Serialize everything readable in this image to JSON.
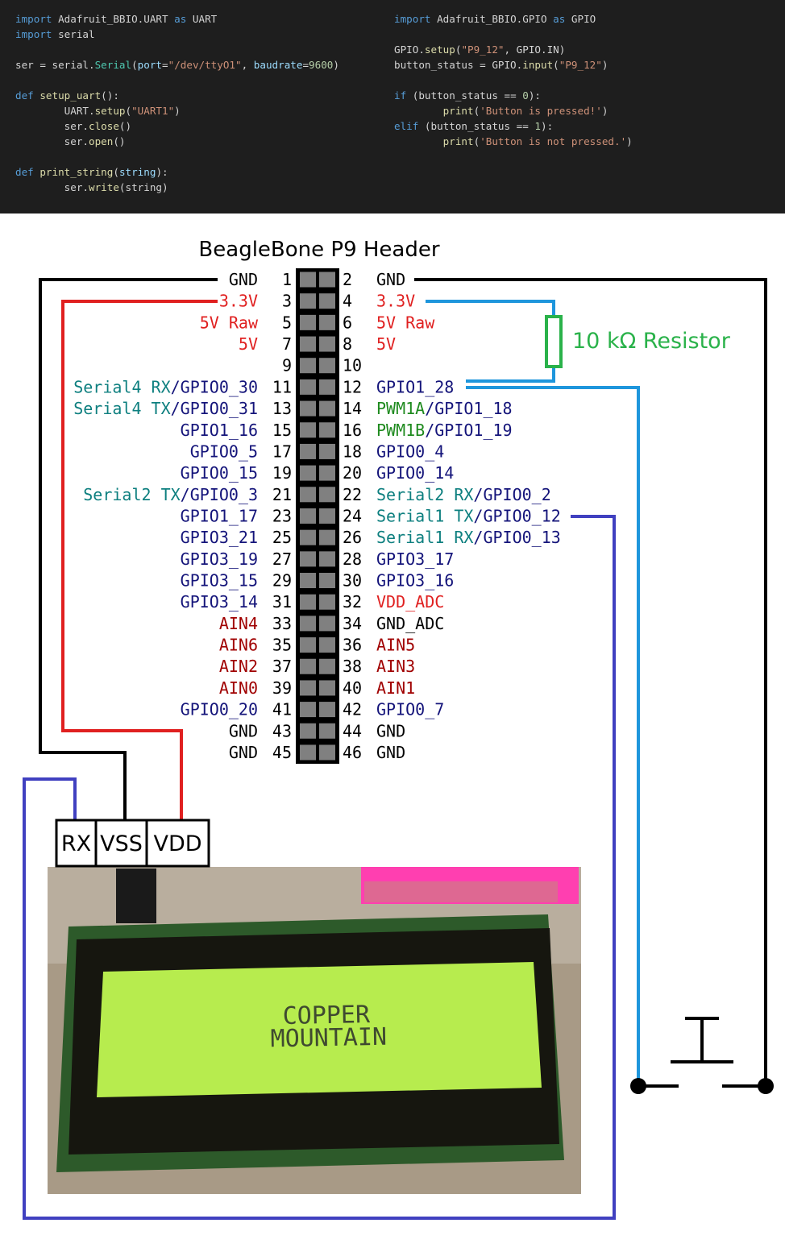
{
  "code": {
    "uart": [
      [
        [
          "import",
          "kw"
        ],
        [
          " Adafruit_BBIO.UART ",
          ""
        ],
        [
          "as",
          "kw"
        ],
        [
          " UART",
          ""
        ]
      ],
      [
        [
          "import",
          "kw"
        ],
        [
          " serial",
          ""
        ]
      ],
      [],
      [
        [
          "ser = serial.",
          ""
        ],
        [
          "Serial",
          "cls"
        ],
        [
          "(",
          ""
        ],
        [
          "port",
          "par"
        ],
        [
          "=",
          ""
        ],
        [
          "\"/dev/ttyO1\"",
          "str"
        ],
        [
          ", ",
          ""
        ],
        [
          "baudrate",
          "par"
        ],
        [
          "=",
          ""
        ],
        [
          "9600",
          "num"
        ],
        [
          ")",
          ""
        ]
      ],
      [],
      [
        [
          "def",
          "kw"
        ],
        [
          " ",
          ""
        ],
        [
          "setup_uart",
          "fn"
        ],
        [
          "():",
          ""
        ]
      ],
      [
        [
          "        UART.",
          ""
        ],
        [
          "setup",
          "fn"
        ],
        [
          "(",
          ""
        ],
        [
          "\"UART1\"",
          "str"
        ],
        [
          ")",
          ""
        ]
      ],
      [
        [
          "        ser.",
          ""
        ],
        [
          "close",
          "fn"
        ],
        [
          "()",
          ""
        ]
      ],
      [
        [
          "        ser.",
          ""
        ],
        [
          "open",
          "fn"
        ],
        [
          "()",
          ""
        ]
      ],
      [],
      [
        [
          "def",
          "kw"
        ],
        [
          " ",
          ""
        ],
        [
          "print_string",
          "fn"
        ],
        [
          "(",
          ""
        ],
        [
          "string",
          "par"
        ],
        [
          "):",
          ""
        ]
      ],
      [
        [
          "        ser.",
          ""
        ],
        [
          "write",
          "fn"
        ],
        [
          "(string)",
          ""
        ]
      ]
    ],
    "gpio": [
      [
        [
          "import",
          "kw"
        ],
        [
          " Adafruit_BBIO.GPIO ",
          ""
        ],
        [
          "as",
          "kw"
        ],
        [
          " GPIO",
          ""
        ]
      ],
      [],
      [
        [
          "GPIO.",
          ""
        ],
        [
          "setup",
          "fn"
        ],
        [
          "(",
          ""
        ],
        [
          "\"P9_12\"",
          "str"
        ],
        [
          ", GPIO.IN)",
          ""
        ]
      ],
      [
        [
          "button_status = GPIO.",
          ""
        ],
        [
          "input",
          "fn"
        ],
        [
          "(",
          ""
        ],
        [
          "\"P9_12\"",
          "str"
        ],
        [
          ")",
          ""
        ]
      ],
      [],
      [
        [
          "if",
          "kw"
        ],
        [
          " (button_status == ",
          ""
        ],
        [
          "0",
          "num"
        ],
        [
          "):",
          ""
        ]
      ],
      [
        [
          "        ",
          ""
        ],
        [
          "print",
          "fn"
        ],
        [
          "(",
          ""
        ],
        [
          "'Button is pressed!'",
          "str"
        ],
        [
          ")",
          ""
        ]
      ],
      [
        [
          "elif",
          "kw"
        ],
        [
          " (button_status == ",
          ""
        ],
        [
          "1",
          "num"
        ],
        [
          "):",
          ""
        ]
      ],
      [
        [
          "        ",
          ""
        ],
        [
          "print",
          "fn"
        ],
        [
          "(",
          ""
        ],
        [
          "'Button is not pressed.'",
          "str"
        ],
        [
          ")",
          ""
        ]
      ]
    ]
  },
  "header_title": "BeagleBone P9 Header",
  "colors": {
    "black": "#000000",
    "red": "#e02020",
    "dark_red": "#a00000",
    "navy": "#14147a",
    "teal": "#0d7f7f",
    "green": "#1e8a1e",
    "wire_blue": "#1e96dc",
    "wire_navy": "#4040c0",
    "resistor": "#2ab24a",
    "pin_fill": "#808080"
  },
  "pins": [
    {
      "l": "1",
      "r": "2",
      "left": [
        [
          "GND",
          "black"
        ]
      ],
      "right": [
        [
          "GND",
          "black"
        ]
      ]
    },
    {
      "l": "3",
      "r": "4",
      "left": [
        [
          "3.3V",
          "red"
        ]
      ],
      "right": [
        [
          "3.3V",
          "red"
        ]
      ]
    },
    {
      "l": "5",
      "r": "6",
      "left": [
        [
          "5V Raw",
          "red"
        ]
      ],
      "right": [
        [
          "5V Raw",
          "red"
        ]
      ]
    },
    {
      "l": "7",
      "r": "8",
      "left": [
        [
          "5V",
          "red"
        ]
      ],
      "right": [
        [
          "5V",
          "red"
        ]
      ]
    },
    {
      "l": "9",
      "r": "10",
      "left": [],
      "right": []
    },
    {
      "l": "11",
      "r": "12",
      "left": [
        [
          "Serial4 RX",
          "teal"
        ],
        [
          "/",
          "navy"
        ],
        [
          "GPIO0_30",
          "navy"
        ]
      ],
      "right": [
        [
          "GPIO1_28",
          "navy"
        ]
      ]
    },
    {
      "l": "13",
      "r": "14",
      "left": [
        [
          "Serial4 TX",
          "teal"
        ],
        [
          "/",
          "navy"
        ],
        [
          "GPIO0_31",
          "navy"
        ]
      ],
      "right": [
        [
          "PWM1A",
          "green"
        ],
        [
          "/",
          "navy"
        ],
        [
          "GPIO1_18",
          "navy"
        ]
      ]
    },
    {
      "l": "15",
      "r": "16",
      "left": [
        [
          "GPIO1_16",
          "navy"
        ]
      ],
      "right": [
        [
          "PWM1B",
          "green"
        ],
        [
          "/",
          "navy"
        ],
        [
          "GPIO1_19",
          "navy"
        ]
      ]
    },
    {
      "l": "17",
      "r": "18",
      "left": [
        [
          "GPIO0_5",
          "navy"
        ]
      ],
      "right": [
        [
          "GPIO0_4",
          "navy"
        ]
      ]
    },
    {
      "l": "19",
      "r": "20",
      "left": [
        [
          "GPIO0_15",
          "navy"
        ]
      ],
      "right": [
        [
          "GPIO0_14",
          "navy"
        ]
      ]
    },
    {
      "l": "21",
      "r": "22",
      "left": [
        [
          "Serial2 TX",
          "teal"
        ],
        [
          "/",
          "navy"
        ],
        [
          "GPIO0_3",
          "navy"
        ]
      ],
      "right": [
        [
          "Serial2 RX",
          "teal"
        ],
        [
          "/",
          "navy"
        ],
        [
          "GPIO0_2",
          "navy"
        ]
      ]
    },
    {
      "l": "23",
      "r": "24",
      "left": [
        [
          "GPIO1_17",
          "navy"
        ]
      ],
      "right": [
        [
          "Serial1 TX",
          "teal"
        ],
        [
          "/",
          "navy"
        ],
        [
          "GPIO0_12",
          "navy"
        ]
      ]
    },
    {
      "l": "25",
      "r": "26",
      "left": [
        [
          "GPIO3_21",
          "navy"
        ]
      ],
      "right": [
        [
          "Serial1 RX",
          "teal"
        ],
        [
          "/",
          "navy"
        ],
        [
          "GPIO0_13",
          "navy"
        ]
      ]
    },
    {
      "l": "27",
      "r": "28",
      "left": [
        [
          "GPIO3_19",
          "navy"
        ]
      ],
      "right": [
        [
          "GPIO3_17",
          "navy"
        ]
      ]
    },
    {
      "l": "29",
      "r": "30",
      "left": [
        [
          "GPIO3_15",
          "navy"
        ]
      ],
      "right": [
        [
          "GPIO3_16",
          "navy"
        ]
      ]
    },
    {
      "l": "31",
      "r": "32",
      "left": [
        [
          "GPIO3_14",
          "navy"
        ]
      ],
      "right": [
        [
          "VDD_ADC",
          "red"
        ]
      ]
    },
    {
      "l": "33",
      "r": "34",
      "left": [
        [
          "AIN4",
          "dark_red"
        ]
      ],
      "right": [
        [
          "GND_ADC",
          "black"
        ]
      ]
    },
    {
      "l": "35",
      "r": "36",
      "left": [
        [
          "AIN6",
          "dark_red"
        ]
      ],
      "right": [
        [
          "AIN5",
          "dark_red"
        ]
      ]
    },
    {
      "l": "37",
      "r": "38",
      "left": [
        [
          "AIN2",
          "dark_red"
        ]
      ],
      "right": [
        [
          "AIN3",
          "dark_red"
        ]
      ]
    },
    {
      "l": "39",
      "r": "40",
      "left": [
        [
          "AIN0",
          "dark_red"
        ]
      ],
      "right": [
        [
          "AIN1",
          "dark_red"
        ]
      ]
    },
    {
      "l": "41",
      "r": "42",
      "left": [
        [
          "GPIO0_20",
          "navy"
        ]
      ],
      "right": [
        [
          "GPIO0_7",
          "navy"
        ]
      ]
    },
    {
      "l": "43",
      "r": "44",
      "left": [
        [
          "GND",
          "black"
        ]
      ],
      "right": [
        [
          "GND",
          "black"
        ]
      ]
    },
    {
      "l": "45",
      "r": "46",
      "left": [
        [
          "GND",
          "black"
        ]
      ],
      "right": [
        [
          "GND",
          "black"
        ]
      ]
    }
  ],
  "resistor_label": "10 kΩ Resistor",
  "lcd_pins": [
    "RX",
    "VSS",
    "VDD"
  ],
  "lcd_text": [
    "COPPER",
    "MOUNTAIN"
  ]
}
